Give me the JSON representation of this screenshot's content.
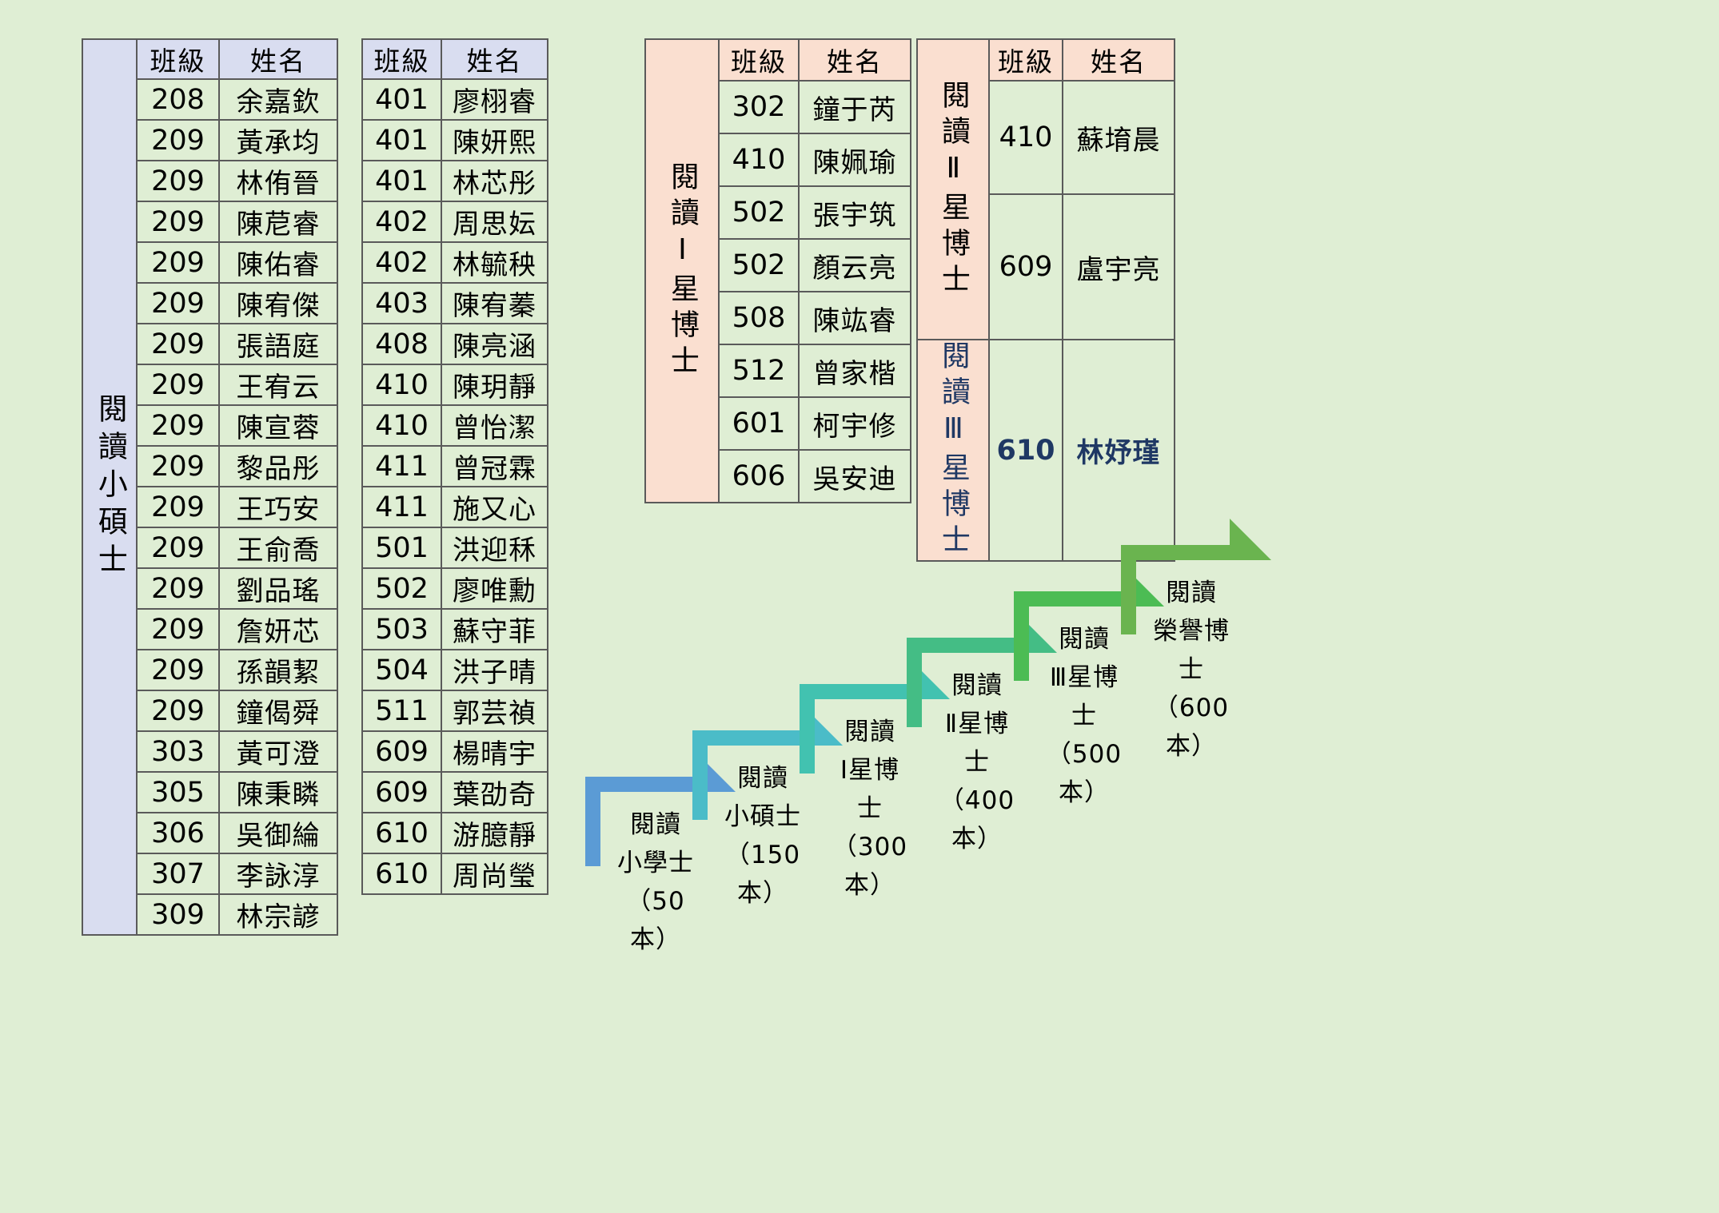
{
  "page": {
    "background_color": "#dfeed4"
  },
  "tables": {
    "headers": {
      "class": "班級",
      "name": "姓名"
    },
    "xiaoshuoshi": {
      "side_label": "閱讀小碩士",
      "rows": [
        {
          "class": "208",
          "name": "余嘉欽"
        },
        {
          "class": "209",
          "name": "黃承均"
        },
        {
          "class": "209",
          "name": "林侑晉"
        },
        {
          "class": "209",
          "name": "陳苨睿"
        },
        {
          "class": "209",
          "name": "陳佑睿"
        },
        {
          "class": "209",
          "name": "陳宥傑"
        },
        {
          "class": "209",
          "name": "張語庭"
        },
        {
          "class": "209",
          "name": "王宥云"
        },
        {
          "class": "209",
          "name": "陳宣蓉"
        },
        {
          "class": "209",
          "name": "黎品彤"
        },
        {
          "class": "209",
          "name": "王巧安"
        },
        {
          "class": "209",
          "name": "王俞喬"
        },
        {
          "class": "209",
          "name": "劉品瑤"
        },
        {
          "class": "209",
          "name": "詹妍芯"
        },
        {
          "class": "209",
          "name": "孫韻絜"
        },
        {
          "class": "209",
          "name": "鐘偈舜"
        },
        {
          "class": "303",
          "name": "黃可澄"
        },
        {
          "class": "305",
          "name": "陳秉瞵"
        },
        {
          "class": "306",
          "name": "吳御綸"
        },
        {
          "class": "307",
          "name": "李詠淳"
        },
        {
          "class": "309",
          "name": "林宗諺"
        }
      ]
    },
    "group2": {
      "rows": [
        {
          "class": "401",
          "name": "廖栩睿"
        },
        {
          "class": "401",
          "name": "陳妍熙"
        },
        {
          "class": "401",
          "name": "林芯彤"
        },
        {
          "class": "402",
          "name": "周思妘"
        },
        {
          "class": "402",
          "name": "林毓秧"
        },
        {
          "class": "403",
          "name": "陳宥蓁"
        },
        {
          "class": "408",
          "name": "陳亮涵"
        },
        {
          "class": "410",
          "name": "陳玥靜"
        },
        {
          "class": "410",
          "name": "曾怡潔"
        },
        {
          "class": "411",
          "name": "曾冠霖"
        },
        {
          "class": "411",
          "name": "施又心"
        },
        {
          "class": "501",
          "name": "洪迎秝"
        },
        {
          "class": "502",
          "name": "廖唯勳"
        },
        {
          "class": "503",
          "name": "蘇守菲"
        },
        {
          "class": "504",
          "name": "洪子晴"
        },
        {
          "class": "511",
          "name": "郭芸禎"
        },
        {
          "class": "609",
          "name": "楊晴宇"
        },
        {
          "class": "609",
          "name": "葉劭奇"
        },
        {
          "class": "610",
          "name": "游臆靜"
        },
        {
          "class": "610",
          "name": "周尚瑩"
        }
      ]
    },
    "star1": {
      "side_label": "閱讀Ⅰ星博士",
      "rows": [
        {
          "class": "302",
          "name": "鐘于芮"
        },
        {
          "class": "410",
          "name": "陳姵瑜"
        },
        {
          "class": "502",
          "name": "張宇筑"
        },
        {
          "class": "502",
          "name": "顏云亮"
        },
        {
          "class": "508",
          "name": "陳竑睿"
        },
        {
          "class": "512",
          "name": "曾家楷"
        },
        {
          "class": "601",
          "name": "柯宇修"
        },
        {
          "class": "606",
          "name": "吳安迪"
        }
      ]
    },
    "star23": {
      "side_label_2": "閱讀Ⅱ星博士",
      "side_label_3": "閱讀Ⅲ星博士",
      "rows": [
        {
          "class": "410",
          "name": "蘇堉晨"
        },
        {
          "class": "609",
          "name": "盧宇亮"
        },
        {
          "class": "610",
          "name": "林妤瑾"
        }
      ]
    }
  },
  "staircase": {
    "steps": [
      {
        "title": "閱讀",
        "subtitle": "小學士",
        "count": "（50本）",
        "color": "#5b9bd5"
      },
      {
        "title": "閱讀",
        "subtitle": "小碩士",
        "count": "（150本）",
        "color": "#4bbcc8"
      },
      {
        "title": "閱讀",
        "subtitle": "Ⅰ星博士",
        "count": "（300本）",
        "color": "#42c2b0"
      },
      {
        "title": "閱讀",
        "subtitle": "Ⅱ星博士",
        "count": "（400本）",
        "color": "#44bd85"
      },
      {
        "title": "閱讀",
        "subtitle": "Ⅲ星博士",
        "count": "（500本）",
        "color": "#4cbc54"
      },
      {
        "title": "閱讀",
        "subtitle": "榮譽博士",
        "count": "（600本）",
        "color": "#6ab44f"
      }
    ]
  }
}
